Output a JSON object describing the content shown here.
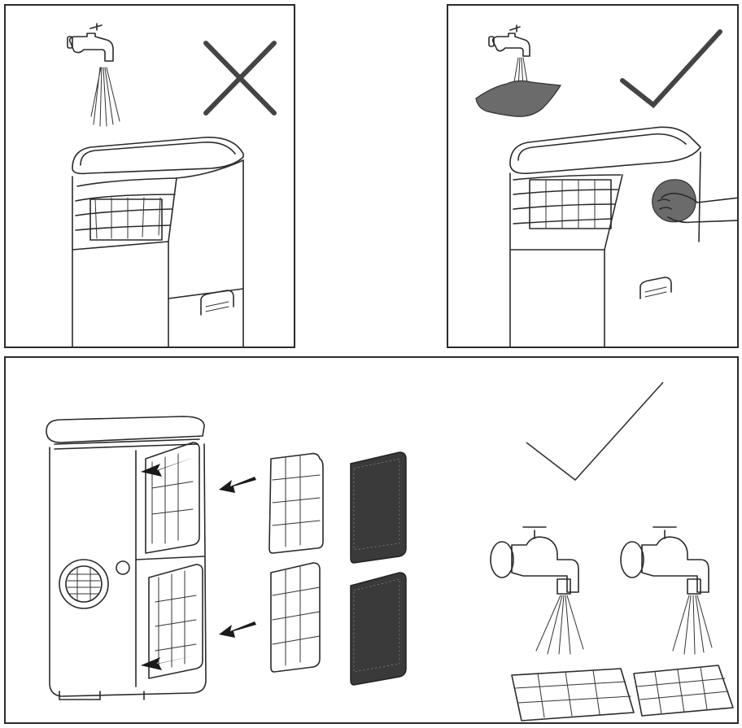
{
  "panels": [
    {
      "id": "panel-do-not-rinse-unit",
      "verdict": "cross"
    },
    {
      "id": "panel-wipe-with-damp-cloth",
      "verdict": "check"
    },
    {
      "id": "panel-remove-and-rinse-filters",
      "verdict": "check"
    }
  ],
  "colors": {
    "line": "#2a2a2a",
    "mark": "#444444",
    "cloth": "#6b6b6b",
    "mesh": "#3a3a3a"
  },
  "icons": [
    "faucet-icon",
    "water-spray-icon",
    "cross-mark-icon",
    "check-mark-icon",
    "wet-cloth-icon",
    "hand-icon",
    "arrow-icon",
    "filter-frame-icon",
    "carbon-filter-icon"
  ]
}
